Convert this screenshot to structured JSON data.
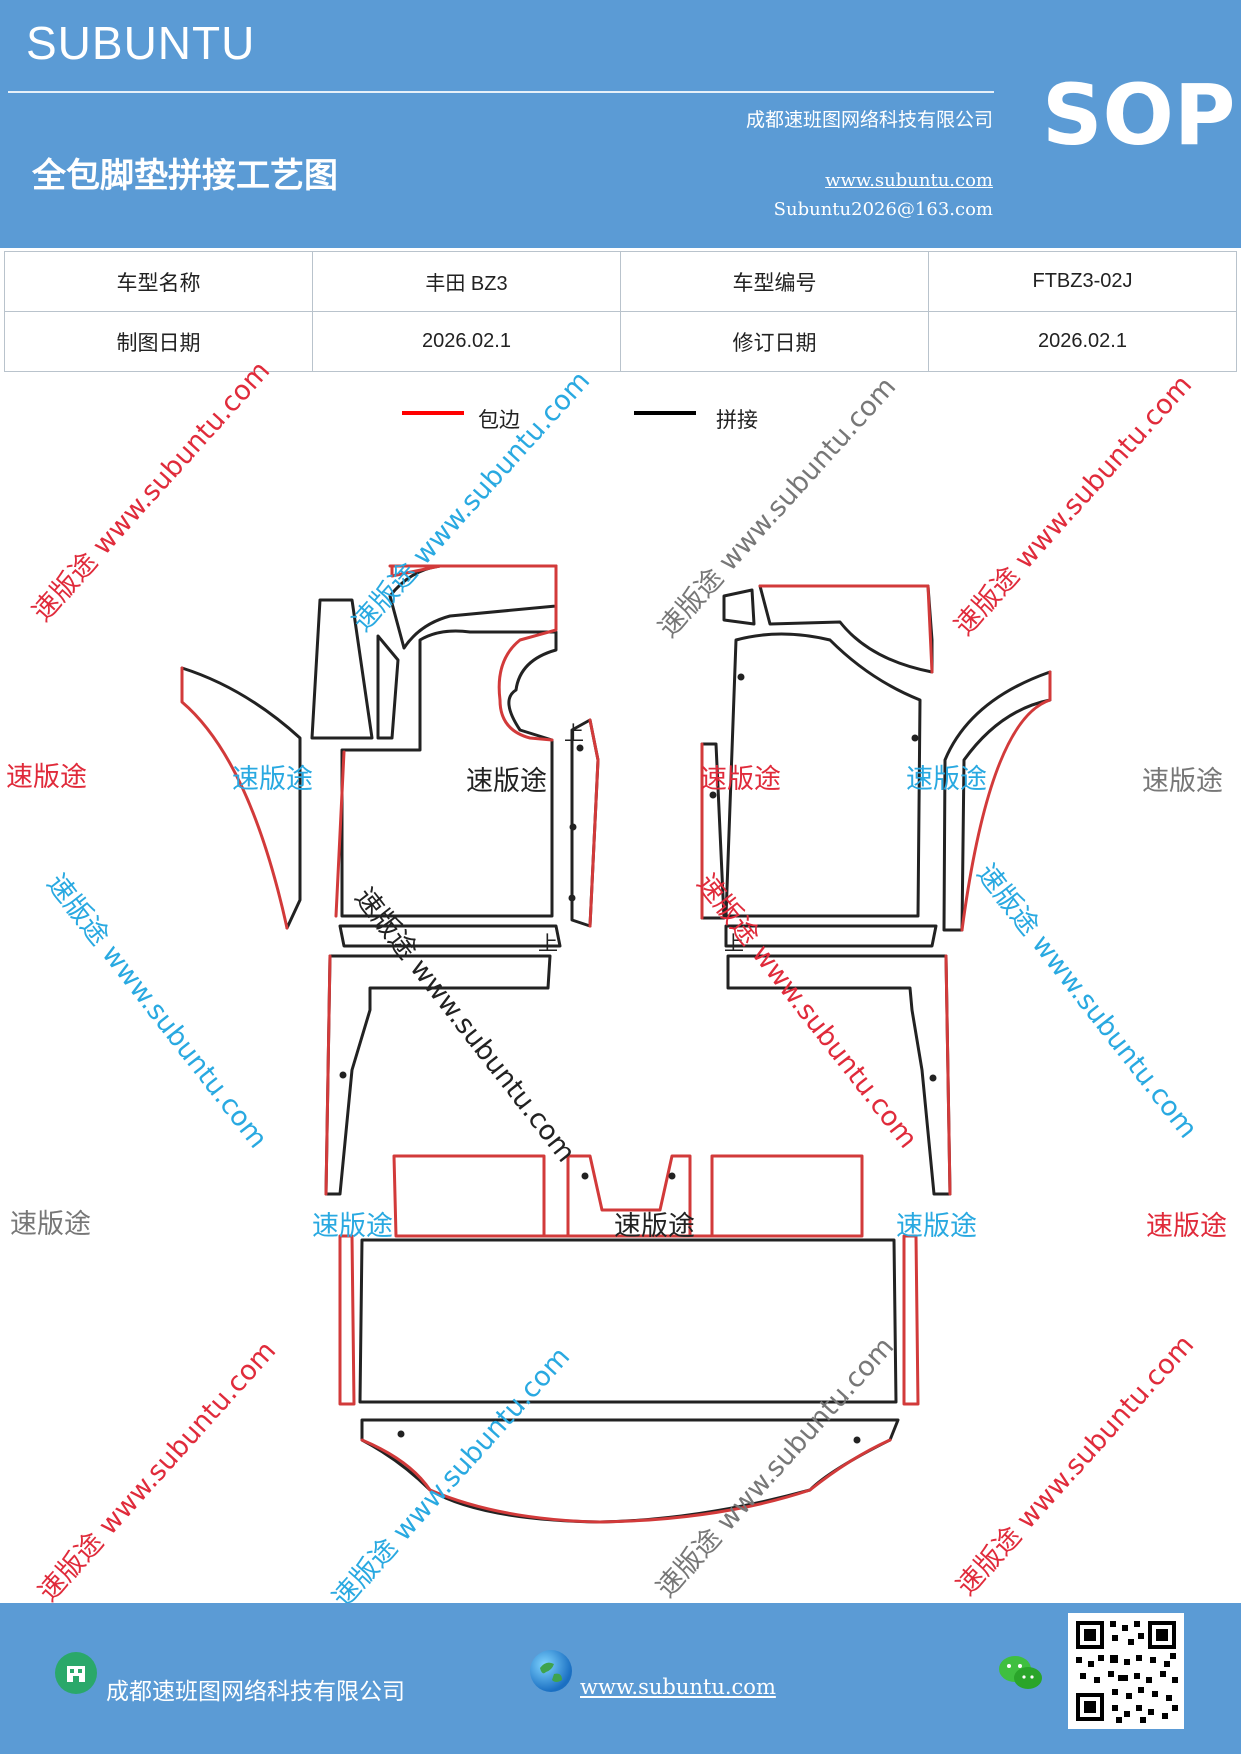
{
  "header": {
    "brand": "SUBUNTU",
    "title": "全包脚垫拼接工艺图",
    "company": "成都速班图网络科技有限公司",
    "website": "www.subuntu.com",
    "email": "Subuntu2026@163.com",
    "doc_type": "SOP"
  },
  "info_table": {
    "model_name_label": "车型名称",
    "model_name_value": "丰田 BZ3",
    "model_code_label": "车型编号",
    "model_code_value": "FTBZ3-02J",
    "draw_date_label": "制图日期",
    "draw_date_value": "2026.02.1",
    "revise_date_label": "修订日期",
    "revise_date_value": "2026.02.1"
  },
  "legend": {
    "edge_label": "包边",
    "edge_color": "#ff0000",
    "joint_label": "拼接",
    "joint_color": "#000000"
  },
  "diagram": {
    "marks": [
      "上",
      "上",
      "上"
    ]
  },
  "watermarks": {
    "brand_cn": "速版途",
    "diag_text": "速版途 www.subuntu.com",
    "colors": {
      "red": "#e02b3b",
      "blue": "#29a9e1",
      "gray": "#777777"
    }
  },
  "footer": {
    "company": "成都速班图网络科技有限公司",
    "website": "www.subuntu.com",
    "icons": [
      "building-icon",
      "globe-icon",
      "wechat-icon",
      "qr-code"
    ]
  }
}
